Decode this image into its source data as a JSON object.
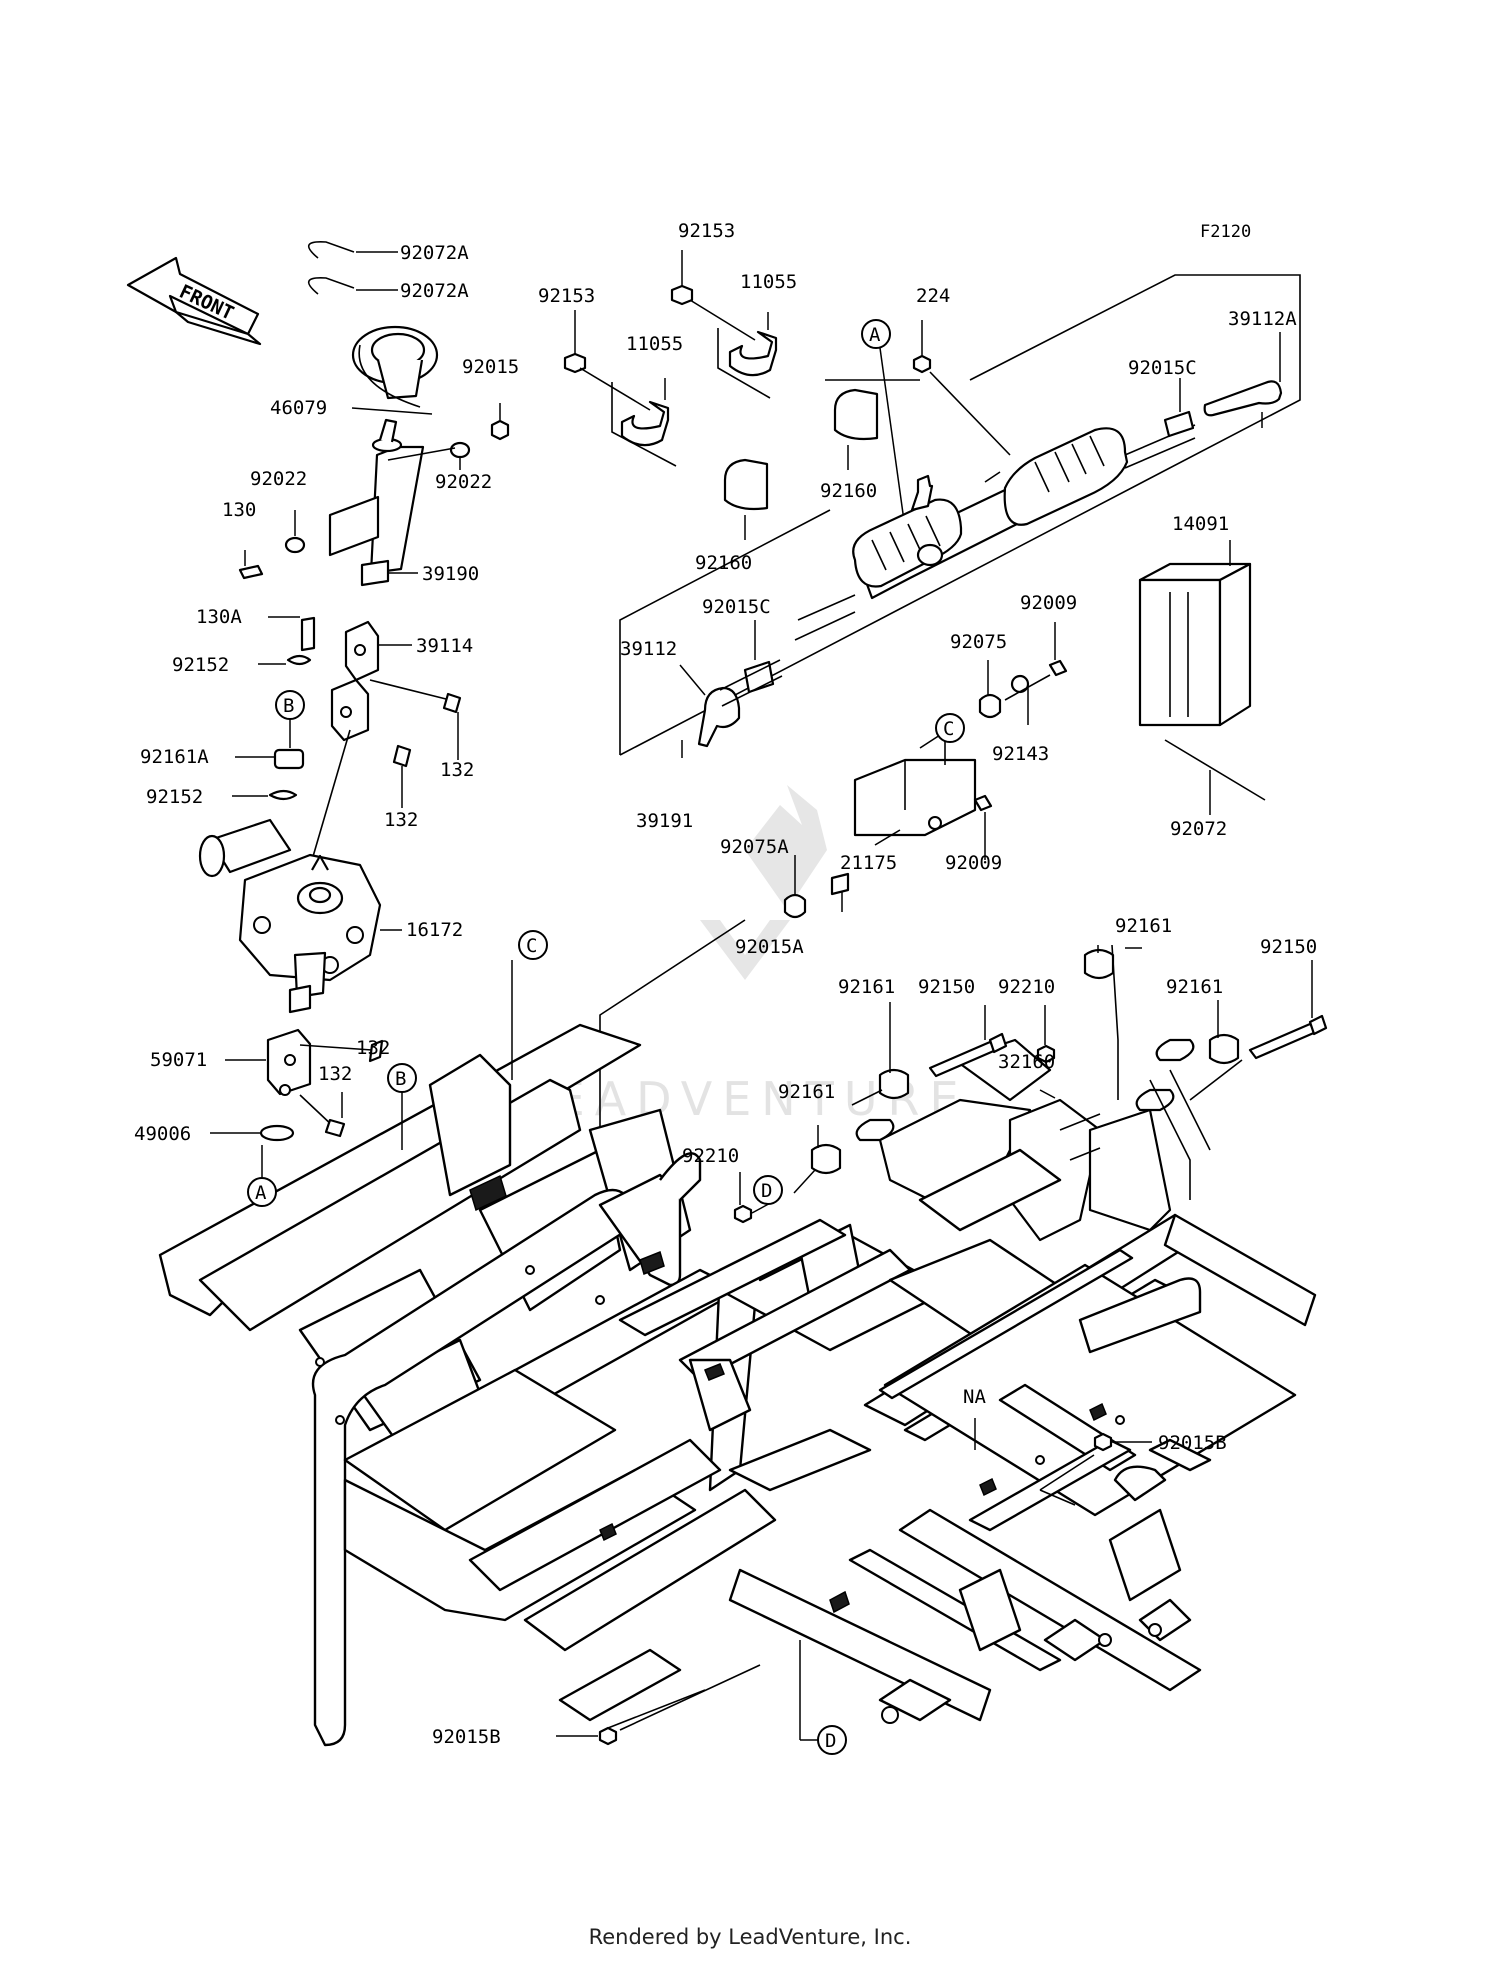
{
  "figure_code": "F2120",
  "direction_label": "FRONT",
  "watermark": "LEADVENTURE",
  "footer": "Rendered by LeadVenture, Inc.",
  "callouts": [
    "92072A",
    "92072A",
    "46079",
    "92015",
    "92022",
    "92022",
    "130",
    "39190",
    "130A",
    "39114",
    "92152",
    "92161A",
    "92152",
    "132",
    "132",
    "16172",
    "132",
    "59071",
    "132",
    "49006",
    "92153",
    "92153",
    "11055",
    "11055",
    "92160",
    "92160",
    "224",
    "39112A",
    "92015C",
    "92015C",
    "39112",
    "39191",
    "14091",
    "92009",
    "92075",
    "92143",
    "92072",
    "92009",
    "21175",
    "92075A",
    "92015A",
    "92161",
    "92150",
    "92210",
    "92161",
    "92150",
    "92161",
    "32160",
    "92161",
    "92210",
    "92015B",
    "92015B",
    "NA"
  ],
  "ref_letters": [
    "A",
    "B",
    "C",
    "A",
    "B",
    "C",
    "D",
    "D"
  ]
}
